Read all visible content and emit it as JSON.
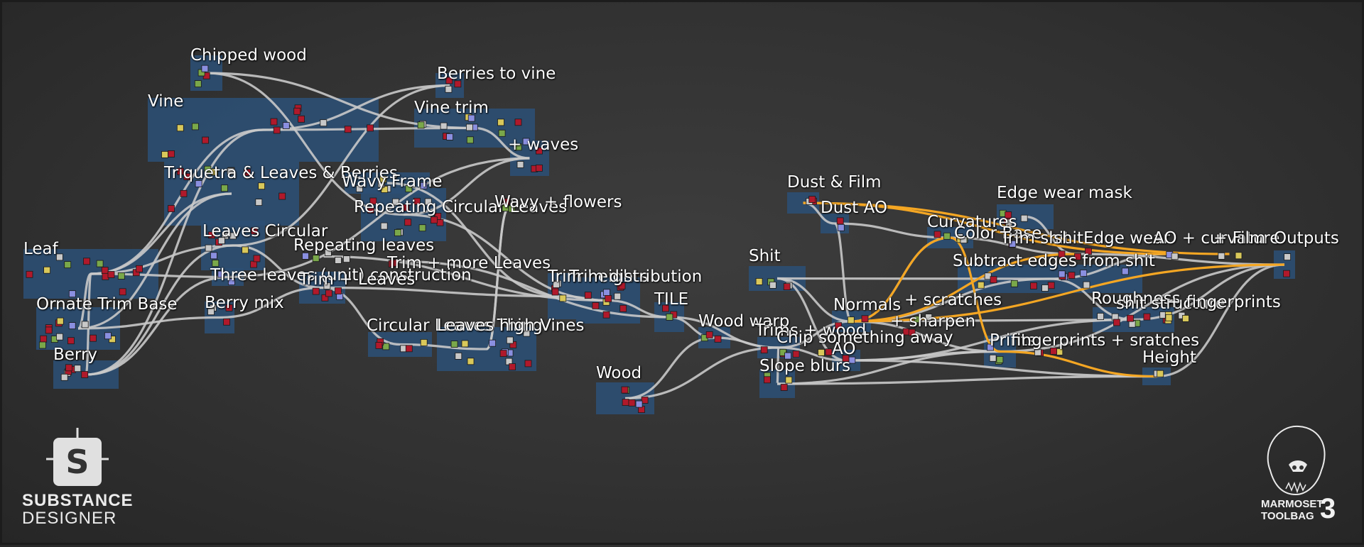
{
  "window": {
    "background": "#333333",
    "frame_color": "#1c1c1c"
  },
  "colors": {
    "frame_fill": "#2c4f73",
    "wire": "#c9c9c9",
    "highlight_wire": "#f4a623",
    "node_red": "#b0192b",
    "node_grey": "#c8c8c8",
    "node_green": "#7aa84a",
    "node_blue": "#8a8fe0",
    "node_yellow": "#d9c85a"
  },
  "frames": [
    {
      "id": "chipped-wood",
      "label": "Chipped wood"
    },
    {
      "id": "vine",
      "label": "Vine"
    },
    {
      "id": "berries-to-vine",
      "label": "Berries to vine"
    },
    {
      "id": "vine-trim",
      "label": "Vine trim"
    },
    {
      "id": "waves",
      "label": "+ waves"
    },
    {
      "id": "triquetra",
      "label": "Triquetra & Leaves & Berries"
    },
    {
      "id": "wavy-frame",
      "label": "Wavy Frame"
    },
    {
      "id": "repeating-circular-leaves",
      "label": "Repeating Circular Leaves"
    },
    {
      "id": "wavy-flowers",
      "label": "Wavy + flowers"
    },
    {
      "id": "leaves-circular",
      "label": "Leaves Circular"
    },
    {
      "id": "repeating-leaves",
      "label": "Repeating leaves"
    },
    {
      "id": "leaf",
      "label": "Leaf"
    },
    {
      "id": "trim-more-leaves",
      "label": "Trim + more Leaves"
    },
    {
      "id": "three-leaves",
      "label": "Three leaves (unit) construction"
    },
    {
      "id": "trim-leaves",
      "label": "Trim + Leaves"
    },
    {
      "id": "trim-heights",
      "label": "Trim heights"
    },
    {
      "id": "trim-distribution",
      "label": "Trim distribution"
    },
    {
      "id": "tile",
      "label": "TILE"
    },
    {
      "id": "ornate-trim-base",
      "label": "Ornate Trim Base"
    },
    {
      "id": "berry-mix",
      "label": "Berry mix"
    },
    {
      "id": "circular-leaves-thing",
      "label": "Circular Leaves Thing"
    },
    {
      "id": "leaves-high-vines",
      "label": "Leaves high Vines"
    },
    {
      "id": "berry",
      "label": "Berry"
    },
    {
      "id": "wood",
      "label": "Wood"
    },
    {
      "id": "shit",
      "label": "Shit"
    },
    {
      "id": "dust-film",
      "label": "Dust & Film"
    },
    {
      "id": "dust-ao",
      "label": "Dust AO"
    },
    {
      "id": "edge-wear-mask",
      "label": "Edge wear mask"
    },
    {
      "id": "curvatures",
      "label": "Curvatures"
    },
    {
      "id": "color-base",
      "label": "Color Base"
    },
    {
      "id": "trim-shit-edge",
      "label": "Trim shit"
    },
    {
      "id": "shit-edge-wear",
      "label": "shitEdge wear"
    },
    {
      "id": "ao-curvature",
      "label": "AO + curvature"
    },
    {
      "id": "film",
      "label": "+ Film"
    },
    {
      "id": "outputs",
      "label": "Outputs"
    },
    {
      "id": "subtract-edges",
      "label": "Subtract edges from shit"
    },
    {
      "id": "normals",
      "label": "Normals"
    },
    {
      "id": "scratches",
      "label": "+ scratches"
    },
    {
      "id": "sharpen",
      "label": "+ sharpen"
    },
    {
      "id": "roughness",
      "label": "Roughness"
    },
    {
      "id": "shit-structure",
      "label": "shit structure"
    },
    {
      "id": "fingerprints",
      "label": "+ fingerprints"
    },
    {
      "id": "wood-warp",
      "label": "Wood warp"
    },
    {
      "id": "trims-wood",
      "label": "Trims + wood"
    },
    {
      "id": "chip-something",
      "label": "Chip something away"
    },
    {
      "id": "ao",
      "label": "AO"
    },
    {
      "id": "prints",
      "label": "Prints"
    },
    {
      "id": "fingerprints-scratches",
      "label": "fingerprints + sratches"
    },
    {
      "id": "slope-blurs",
      "label": "Slope blurs"
    },
    {
      "id": "height",
      "label": "Height"
    }
  ],
  "branding": {
    "left_logo": {
      "icon": "substance-s-icon",
      "line1": "SUBSTANCE",
      "line2": "DESIGNER"
    },
    "right_logo": {
      "icon": "marmoset-mascot-icon",
      "line1": "MARMOSET",
      "line2": "TOOLBAG",
      "version": "3"
    }
  }
}
